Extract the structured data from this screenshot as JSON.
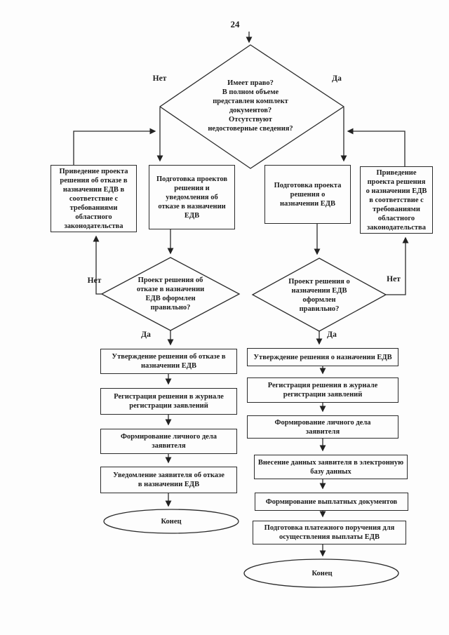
{
  "page": {
    "number": "24"
  },
  "colors": {
    "ink": "#222222",
    "paper": "#fdfdfd"
  },
  "labels": {
    "no_top": "Нет",
    "yes_top": "Да",
    "no_left": "Нет",
    "yes_left": "Да",
    "no_right": "Нет",
    "yes_right": "Да"
  },
  "nodes": {
    "decision_main": "Имеет право?\nВ полном объеме\nпредставлен комплект\nдокументов?\nОтсутствуют\nнедостоверные сведения?",
    "adjust_refusal": "Приведение проекта\nрешения об отказе в\nназначении ЕДВ в\nсоответствие с\nтребованиями\nобластного\nзаконодательства",
    "prepare_refusal": "Подготовка проектов\nрешения и\nуведомления об\nотказе в назначении\nЕДВ",
    "prepare_grant": "Подготовка проекта\nрешения о\nназначении ЕДВ",
    "adjust_grant": "Приведение\nпроекта решения\nо назначении ЕДВ\nв соответствие с\nтребованиями\nобластного\nзаконодательства",
    "decision_refusal_ok": "Проект решения об\nотказе в назначении\nЕДВ оформлен\nправильно?",
    "decision_grant_ok": "Проект решения о\nназначении ЕДВ\nоформлен\nправильно?",
    "approve_refusal": "Утверждение решения об отказе в\nназначении ЕДВ",
    "register_refusal": "Регистрация решения в журнале\nрегистрации заявлений",
    "personal_file_refusal": "Формирование личного дела\nзаявителя",
    "notify_refusal": "Уведомление заявителя об отказе\nв назначении ЕДВ",
    "end_refusal": "Конец",
    "approve_grant": "Утверждение решения о назначении ЕДВ",
    "register_grant": "Регистрация решения в журнале\nрегистрации заявлений",
    "personal_file_grant": "Формирование личного дела\nзаявителя",
    "enter_data": "Внесение данных заявителя в электронную\nбазу данных",
    "payment_docs": "Формирование выплатных документов",
    "payment_order": "Подготовка платежного поручения для\nосуществления выплаты ЕДВ",
    "end_grant": "Конец"
  }
}
